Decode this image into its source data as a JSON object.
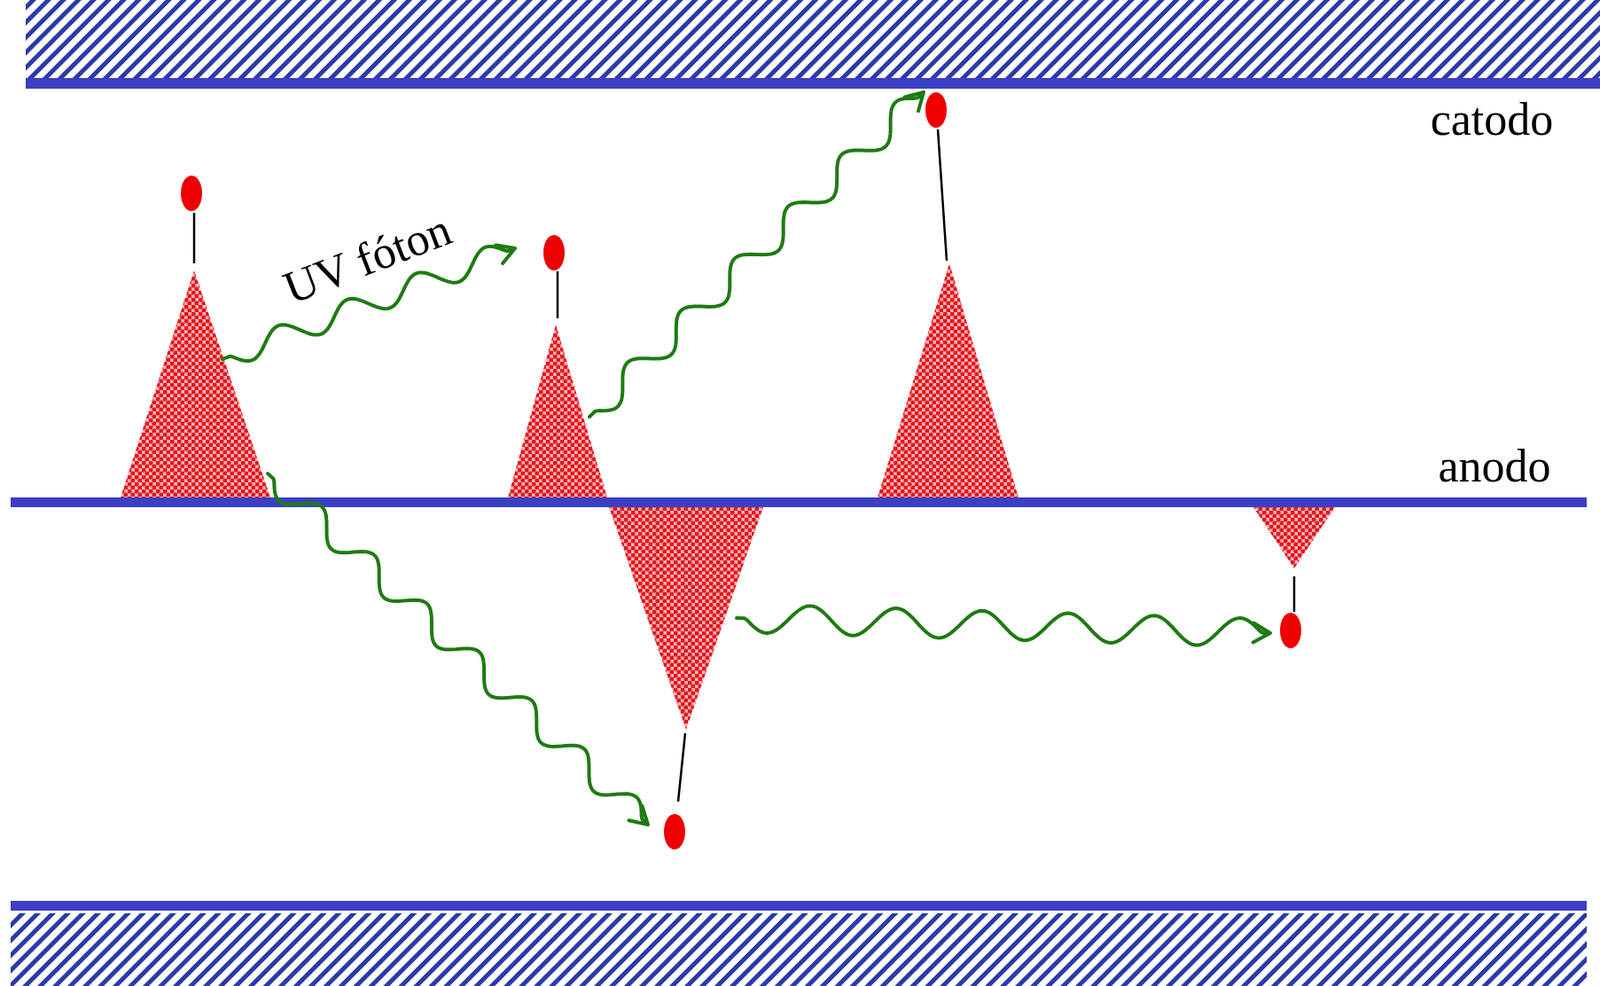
{
  "diagram": {
    "labels": [
      "UV fóton",
      "catodo",
      "anodo"
    ]
  }
}
